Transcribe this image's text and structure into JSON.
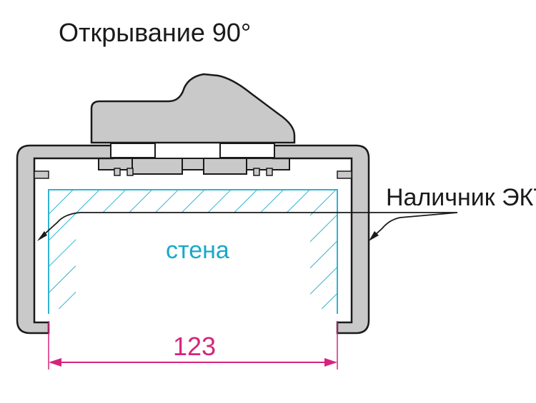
{
  "title": "Открывание 90°",
  "trim_label": "Наличник ЭКТ",
  "wall_label": "стена",
  "dimension_value": "123",
  "colors": {
    "profile_fill": "#c9c9c9",
    "profile_stroke": "#1a1a1a",
    "wall_hatch": "#2fb3d1",
    "dimension": "#d6247c",
    "text": "#1a1a1a"
  }
}
